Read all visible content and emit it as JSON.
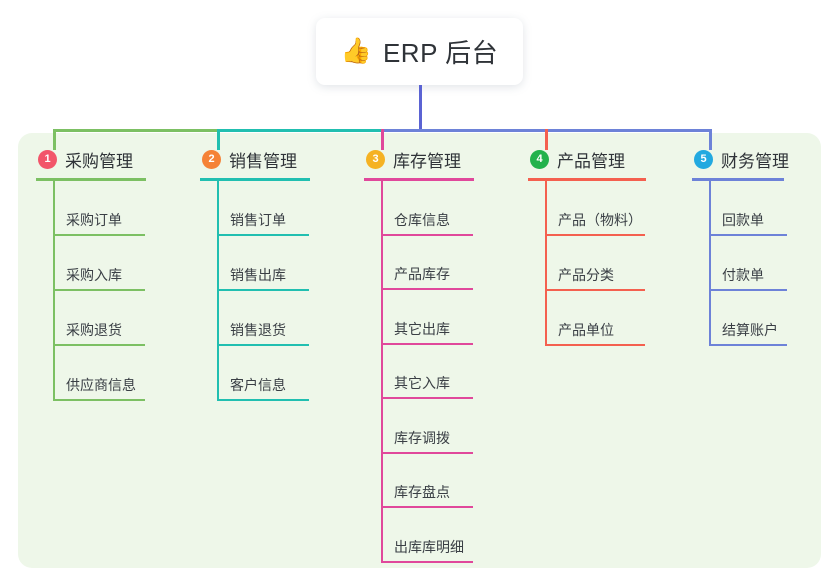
{
  "root": {
    "icon": "thumbs-up-icon",
    "icon_glyph": "👍",
    "label": "ERP 后台"
  },
  "theme": {
    "page_background": "#ffffff",
    "panel_background": "#eef7e9",
    "root_stem_color": "#5b63d3",
    "text_color": "#2f3338",
    "leaf_text_color": "#3a3f45"
  },
  "columns": [
    {
      "number": "1",
      "title": "采购管理",
      "badge_color": "#f2556a",
      "line_color": "#7cc063",
      "items": [
        "采购订单",
        "采购入库",
        "采购退货",
        "供应商信息"
      ]
    },
    {
      "number": "2",
      "title": "销售管理",
      "badge_color": "#f58236",
      "line_color": "#21bfb0",
      "items": [
        "销售订单",
        "销售出库",
        "销售退货",
        "客户信息"
      ]
    },
    {
      "number": "3",
      "title": "库存管理",
      "badge_color": "#f5b223",
      "line_color": "#e0489b",
      "items": [
        "仓库信息",
        "产品库存",
        "其它出库",
        "其它入库",
        "库存调拨",
        "库存盘点",
        "出库库明细"
      ]
    },
    {
      "number": "4",
      "title": "产品管理",
      "badge_color": "#22b24c",
      "line_color": "#f4604f",
      "items": [
        "产品（物料）",
        "产品分类",
        "产品单位"
      ]
    },
    {
      "number": "5",
      "title": "财务管理",
      "badge_color": "#22a9e0",
      "line_color": "#6d82d8",
      "items": [
        "回款单",
        "付款单",
        "结算账户"
      ]
    }
  ],
  "connectors": {
    "horizontal_segments": [
      {
        "from_column": 1,
        "to_column": 2,
        "color": "#7cc063"
      },
      {
        "from_column": 2,
        "to_column": 3,
        "color": "#21bfb0"
      },
      {
        "from_column": 3,
        "to_column": 5,
        "color": "#6d82d8"
      }
    ]
  }
}
